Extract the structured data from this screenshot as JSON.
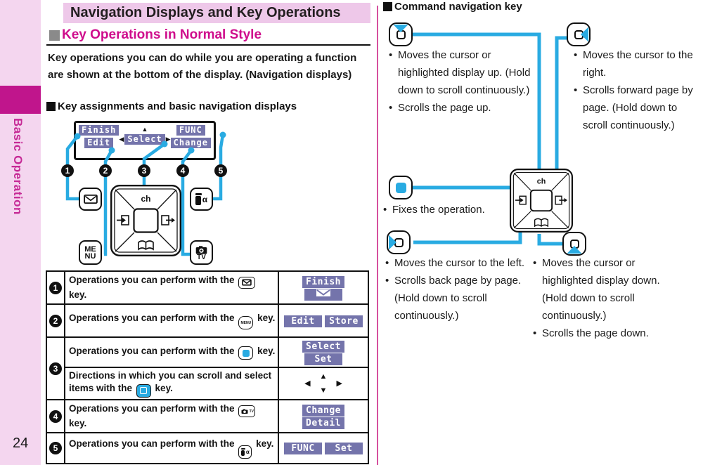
{
  "sidebar": {
    "label": "Basic Operation",
    "page_number": "24"
  },
  "header": {
    "title": "Navigation Displays and Key Operations"
  },
  "section": {
    "title": "Key Operations in Normal Style"
  },
  "intro": {
    "text": "Key operations you can do while you are operating a function are shown at the bottom of the display. (Navigation displays)"
  },
  "assignments": {
    "heading": "Key assignments and basic navigation displays",
    "display": {
      "finish": "Finish",
      "edit": "Edit",
      "select": "Select",
      "func": "FUNC",
      "change": "Change"
    },
    "keys": {
      "menu_line1": "ME",
      "menu_line2": "NU",
      "menu": "MENU",
      "tv": "TV",
      "alpha": "α",
      "ch": "ch"
    }
  },
  "markers": [
    "1",
    "2",
    "3",
    "4",
    "5"
  ],
  "icons": {
    "up_arrow": "▲",
    "down_arrow": "▼",
    "left_arrow": "◀",
    "right_arrow": "▶",
    "bullet": "•"
  },
  "table": {
    "op_text": "Operations you can perform with the",
    "dir_text": "Directions in which you can scroll and select items with the",
    "key_suffix": "key.",
    "badges": {
      "r1a": "Finish",
      "r2a": "Edit",
      "r2b": "Store",
      "r3a": "Select",
      "r3b": "Set",
      "r4a": "Change",
      "r4b": "Detail",
      "r5a": "FUNC",
      "r5b": "Set"
    }
  },
  "command": {
    "heading": "Command navigation key",
    "up": {
      "b1": "Moves the cursor or highlighted display up. (Hold down to scroll continuously.)",
      "b2": "Scrolls the page up."
    },
    "right": {
      "b1": "Moves the cursor to the right.",
      "b2": "Scrolls forward page by page. (Hold down to scroll continuously.)"
    },
    "center": {
      "b1": "Fixes the operation."
    },
    "left": {
      "b1": "Moves the cursor to the left.",
      "b2": "Scrolls back page by page. (Hold down to scroll continuously.)"
    },
    "down": {
      "b1": "Moves the cursor or highlighted display down. (Hold down to scroll continuously.)",
      "b2": "Scrolls the page down."
    }
  },
  "colors": {
    "accent_cyan": "#29abe2",
    "badge_purple": "#7474ab",
    "magenta": "#c0158c",
    "band_pink": "#eec8e9",
    "sidebar_pink": "#f4d6ef"
  }
}
